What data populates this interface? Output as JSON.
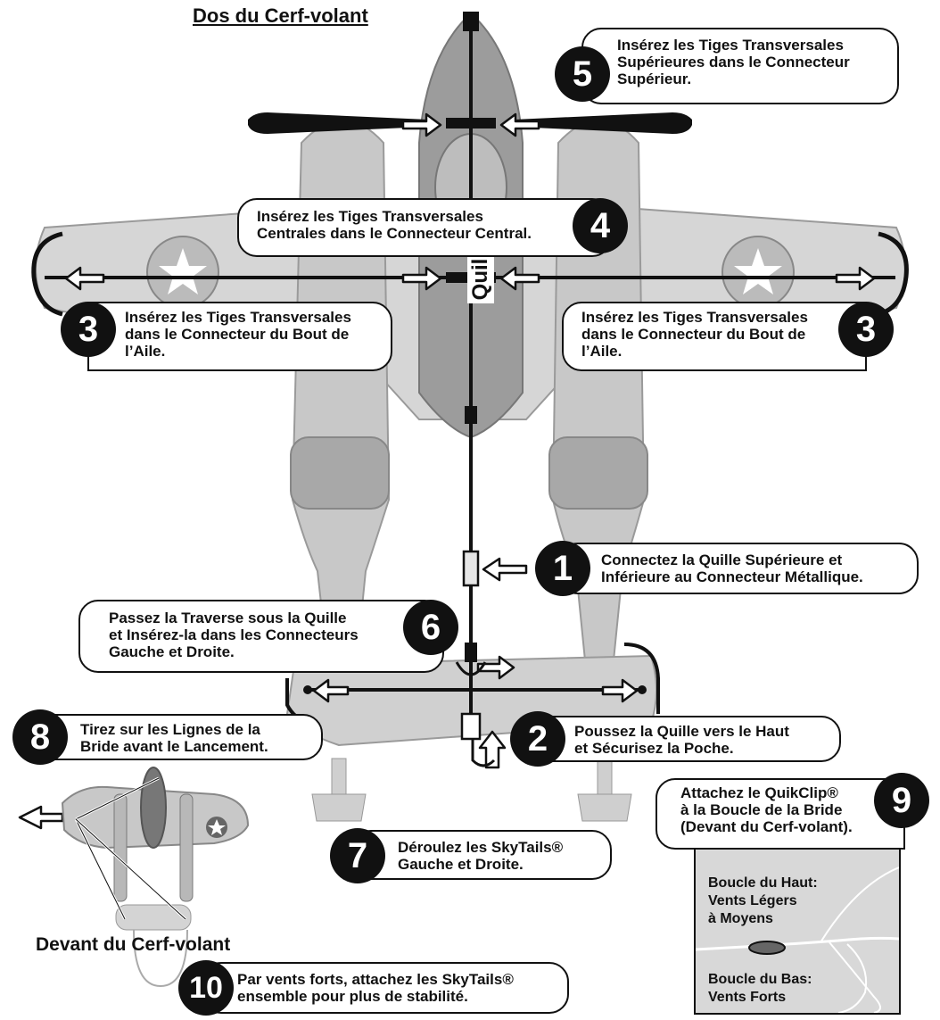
{
  "title": "Dos du Cerf-volant",
  "keel_label": "Quille",
  "front_title": "Devant du Cerf-volant",
  "steps": [
    {
      "num": "1",
      "text": "Connectez la Quille Supérieure et\nInférieure au Connecteur Métallique."
    },
    {
      "num": "2",
      "text": "Poussez la Quille vers le Haut\net Sécurisez la Poche."
    },
    {
      "num": "3",
      "text": "Insérez les Tiges Transversales\ndans le Connecteur du Bout de\nl’Aile."
    },
    {
      "num": "3",
      "text": "Insérez les Tiges Transversales\ndans le Connecteur du Bout de\nl’Aile."
    },
    {
      "num": "4",
      "text": "Insérez les Tiges Transversales\nCentrales dans le Connecteur Central."
    },
    {
      "num": "5",
      "text": "Insérez les Tiges Transversales\nSupérieures dans le Connecteur\nSupérieur."
    },
    {
      "num": "6",
      "text": "Passez la Traverse sous la Quille\net Insérez-la dans les Connecteurs\nGauche et Droite."
    },
    {
      "num": "7",
      "text": "Déroulez les SkyTails®\nGauche et Droite."
    },
    {
      "num": "8",
      "text": "Tirez sur les Lignes de la\nBride avant le Lancement."
    },
    {
      "num": "9",
      "text": "Attachez le QuikClip®\nà la Boucle de la Bride\n(Devant du Cerf-volant)."
    },
    {
      "num": "10",
      "text": "Par vents forts, attachez les SkyTails®\nensemble pour plus de stabilité."
    }
  ],
  "inset": {
    "top_loop": "Boucle du Haut:\nVents Légers\nà Moyens",
    "bottom_loop": "Boucle du Bas:\nVents Forts"
  },
  "colors": {
    "ink": "#111111",
    "plane_light": "#d4d4d4",
    "plane_mid": "#b4b4b4",
    "plane_dark": "#8a8a8a",
    "inset_bg": "#d8d8d8"
  }
}
